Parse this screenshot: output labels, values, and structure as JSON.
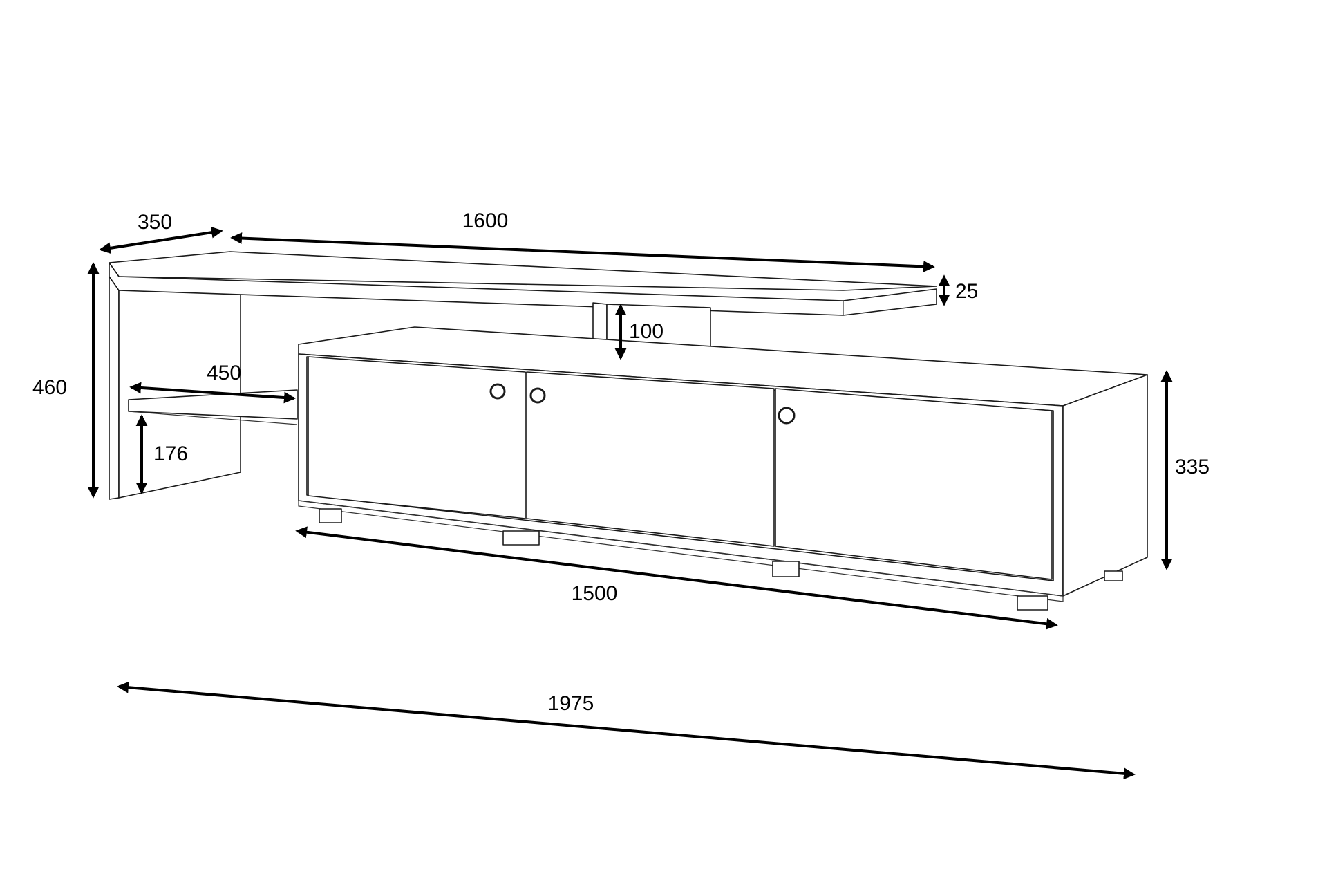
{
  "dimensions": {
    "top_depth": "350",
    "top_length": "1600",
    "top_thickness": "25",
    "riser_height": "100",
    "overall_height": "460",
    "side_shelf_length": "450",
    "side_shelf_height": "176",
    "cabinet_height": "335",
    "cabinet_length": "1500",
    "overall_length": "1975"
  }
}
